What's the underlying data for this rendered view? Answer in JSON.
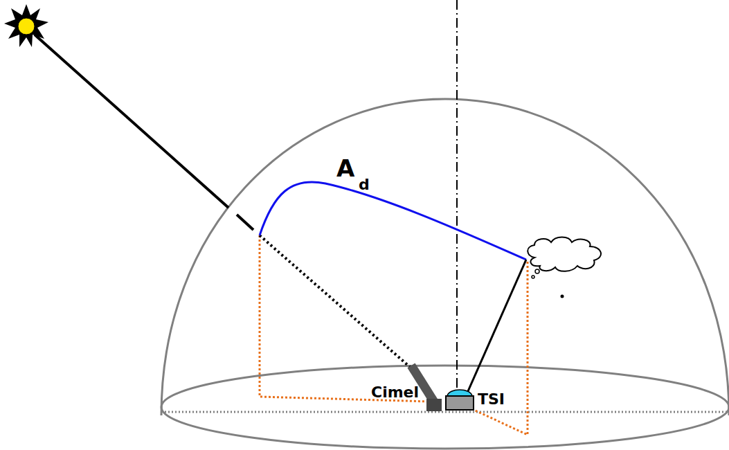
{
  "diagram": {
    "labels": [
      "A",
      "d",
      "Cimel",
      "TSI"
    ]
  }
}
